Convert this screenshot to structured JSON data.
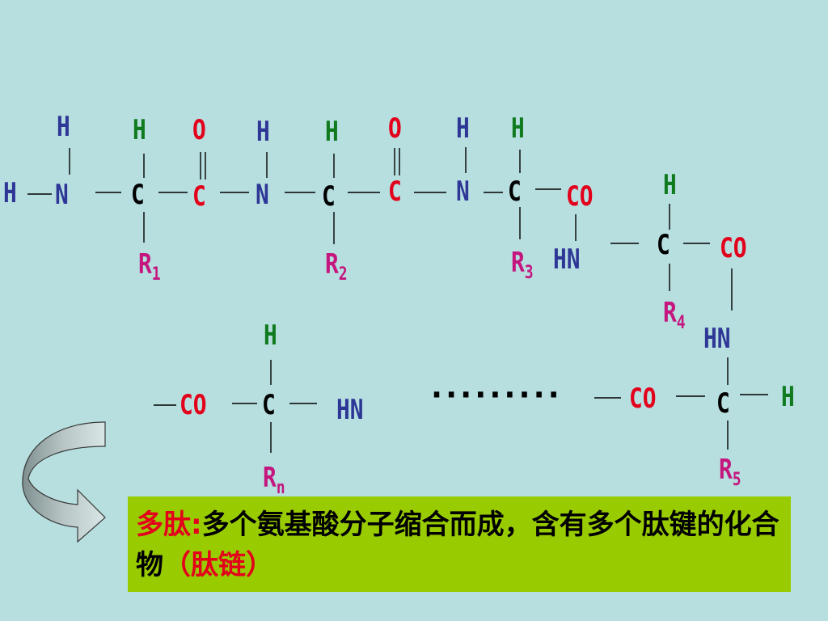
{
  "chain": {
    "row1": {
      "h_n1_top": "H",
      "h_left": "H",
      "n1": "N",
      "h_c1": "H",
      "c1": "C",
      "r1": "R",
      "r1_sub": "1",
      "o1": "O",
      "co1": "C",
      "h_n2": "H",
      "n2": "N",
      "h_c2": "H",
      "c2": "C",
      "r2": "R",
      "r2_sub": "2",
      "o2": "O",
      "co2": "C",
      "h_n3": "H",
      "n3": "N",
      "h_c3": "H",
      "c3": "C",
      "r3": "R",
      "r3_sub": "3",
      "co3": "CO"
    },
    "row2": {
      "hn4": "HN",
      "h_c4": "H",
      "c4": "C",
      "co4": "CO",
      "r4": "R",
      "r4_sub": "4"
    },
    "row3": {
      "hn5": "HN",
      "c5": "C",
      "h_c5": "H",
      "co5": "CO",
      "r5": "R",
      "r5_sub": "5",
      "ellipsis": "·········",
      "con": "CO",
      "h_cn": "H",
      "cn": "C",
      "hnn": "HN",
      "rn": "R",
      "rn_sub": "n"
    }
  },
  "definition": {
    "term": "多肽",
    "colon": ":",
    "body": "多个氨基酸分子缩合而成，含有多个肽键的化合物",
    "paren": "（肽链）"
  },
  "colors": {
    "background": "#b7dfe0",
    "nitrogen_h": "#2e3796",
    "alpha_h": "#0f7a1e",
    "carbonyl": "#e3001b",
    "side_chain": "#c4167e",
    "box": "#99cc00"
  }
}
